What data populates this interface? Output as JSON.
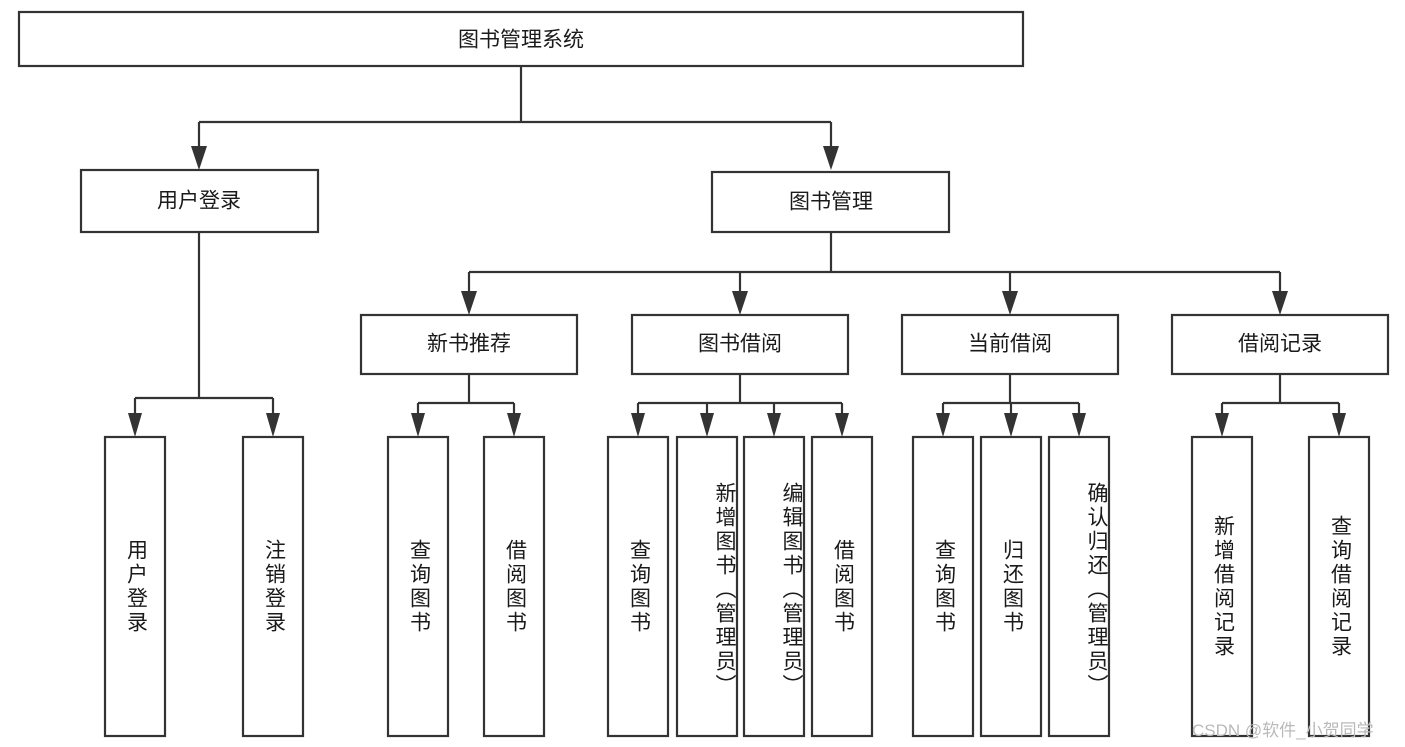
{
  "diagram": {
    "type": "tree-hierarchy",
    "title_node": {
      "id": "root",
      "label": "图书管理系统"
    },
    "level1": [
      {
        "id": "user-login",
        "label": "用户登录"
      },
      {
        "id": "book-manage",
        "label": "图书管理"
      }
    ],
    "level2": [
      {
        "id": "new-book-recommend",
        "label": "新书推荐",
        "parent": "book-manage"
      },
      {
        "id": "book-borrow",
        "label": "图书借阅",
        "parent": "book-manage"
      },
      {
        "id": "current-borrow",
        "label": "当前借阅",
        "parent": "book-manage"
      },
      {
        "id": "borrow-record",
        "label": "借阅记录",
        "parent": "book-manage"
      }
    ],
    "leaves": [
      {
        "id": "leaf-user-login",
        "label": "用户登录",
        "parent": "user-login"
      },
      {
        "id": "leaf-logout-login",
        "label": "注销登录",
        "parent": "user-login"
      },
      {
        "id": "leaf-query-book-1",
        "label": "查询图书",
        "parent": "new-book-recommend"
      },
      {
        "id": "leaf-borrow-book-1",
        "label": "借阅图书",
        "parent": "new-book-recommend"
      },
      {
        "id": "leaf-query-book-2",
        "label": "查询图书",
        "parent": "book-borrow"
      },
      {
        "id": "leaf-add-book",
        "label": "新增图书（管理员）",
        "parent": "book-borrow"
      },
      {
        "id": "leaf-edit-book",
        "label": "编辑图书（管理员）",
        "parent": "book-borrow"
      },
      {
        "id": "leaf-borrow-book-2",
        "label": "借阅图书",
        "parent": "book-borrow"
      },
      {
        "id": "leaf-query-book-3",
        "label": "查询图书",
        "parent": "current-borrow"
      },
      {
        "id": "leaf-return-book",
        "label": "归还图书",
        "parent": "current-borrow"
      },
      {
        "id": "leaf-confirm-return",
        "label": "确认归还（管理员）",
        "parent": "current-borrow"
      },
      {
        "id": "leaf-add-record",
        "label": "新增借阅记录",
        "parent": "borrow-record"
      },
      {
        "id": "leaf-query-record",
        "label": "查询借阅记录",
        "parent": "borrow-record"
      }
    ],
    "colors": {
      "stroke": "#333333",
      "fill": "#ffffff",
      "text": "#1a1a1a",
      "watermark": "#b9b9b9"
    }
  },
  "watermark": {
    "text": "CSDN @软件_小贺同学"
  }
}
